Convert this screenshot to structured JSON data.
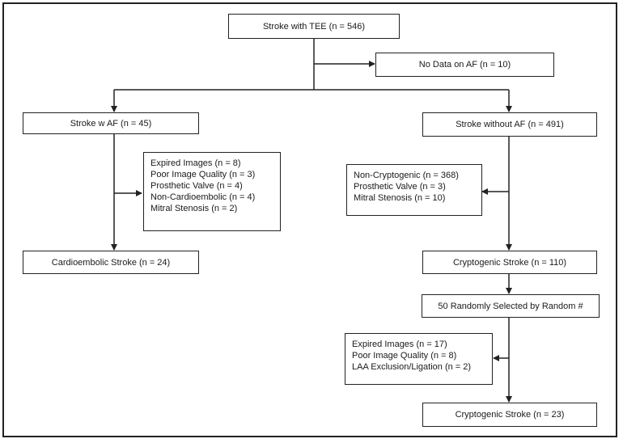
{
  "nodes": {
    "root": "Stroke with TEE (n = 546)",
    "no_data": "No Data on AF (n = 10)",
    "with_af": "Stroke w AF (n = 45)",
    "without_af": "Stroke without AF (n = 491)",
    "af_exclusions": [
      "Expired Images (n = 8)",
      "Poor Image Quality (n = 3)",
      "Prosthetic Valve (n = 4)",
      "Non-Cardioembolic (n = 4)",
      "Mitral Stenosis (n = 2)"
    ],
    "noaf_exclusions": [
      "Non-Cryptogenic (n = 368)",
      "Prosthetic Valve (n = 3)",
      "Mitral Stenosis (n = 10)"
    ],
    "cardioembolic": "Cardioembolic Stroke (n = 24)",
    "cryptogenic": "Cryptogenic Stroke (n = 110)",
    "random": "50 Randomly Selected by Random #",
    "crypto_exclusions": [
      "Expired Images (n = 17)",
      "Poor Image Quality (n = 8)",
      "LAA Exclusion/Ligation (n = 2)"
    ],
    "crypto_final": "Cryptogenic Stroke (n = 23)"
  }
}
